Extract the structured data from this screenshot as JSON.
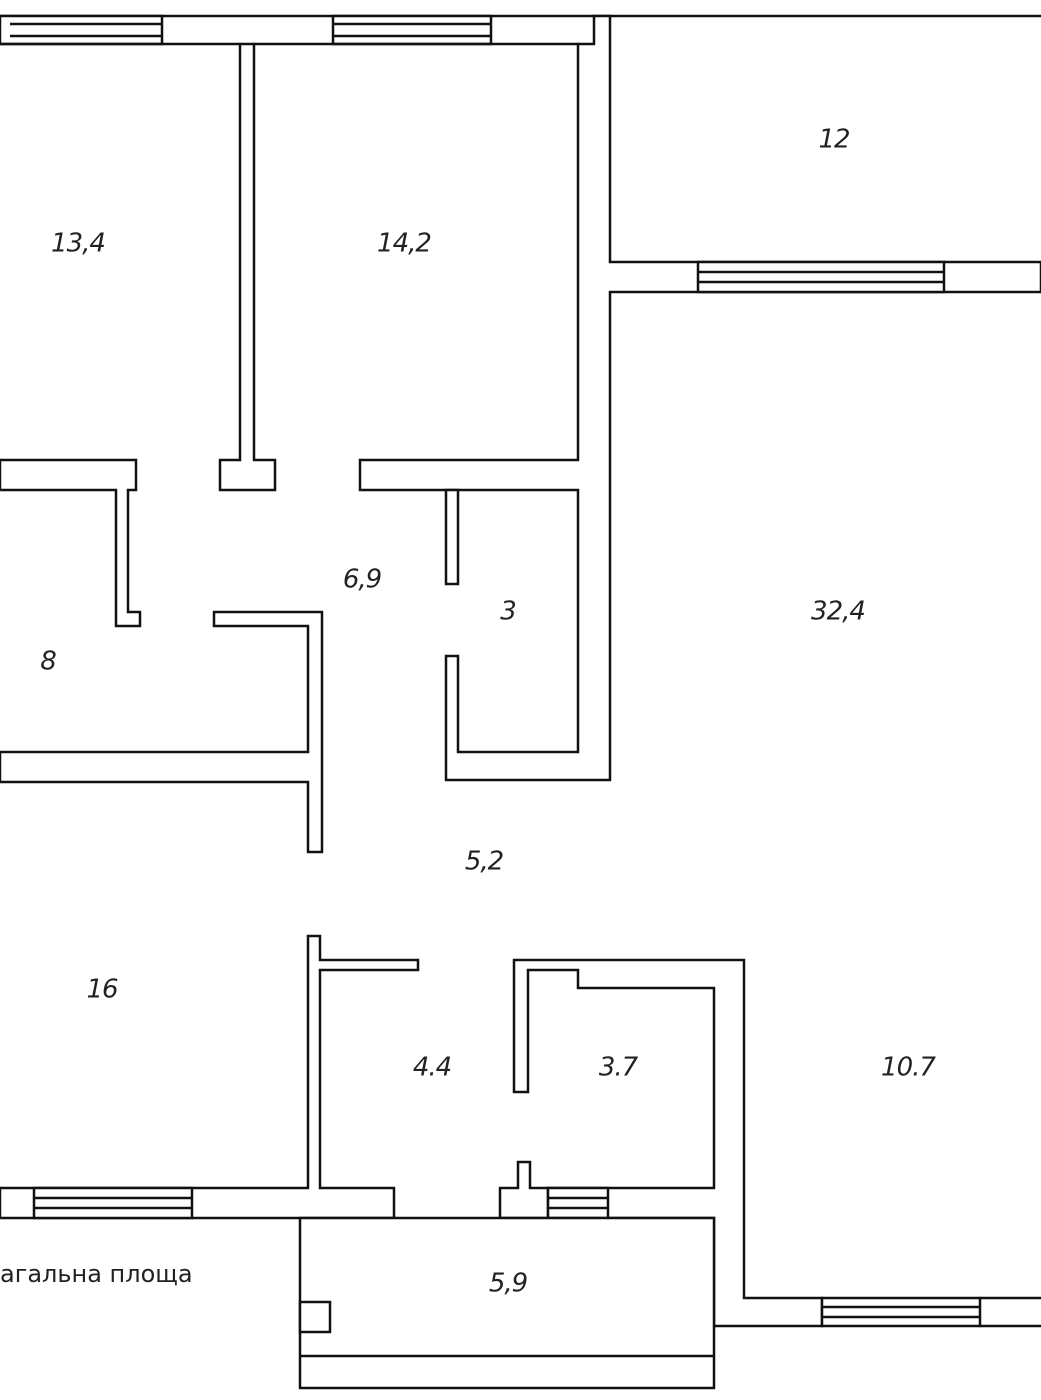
{
  "rooms": [
    {
      "id": "room-13-4",
      "label": "13,4"
    },
    {
      "id": "room-14-2",
      "label": "14,2"
    },
    {
      "id": "room-12",
      "label": "12"
    },
    {
      "id": "room-8",
      "label": "8"
    },
    {
      "id": "room-6-9",
      "label": "6,9"
    },
    {
      "id": "room-3",
      "label": "3"
    },
    {
      "id": "room-32-4",
      "label": "32,4"
    },
    {
      "id": "room-5-2",
      "label": "5,2"
    },
    {
      "id": "room-16",
      "label": "16"
    },
    {
      "id": "room-4-4",
      "label": "4.4"
    },
    {
      "id": "room-3-7",
      "label": "3.7"
    },
    {
      "id": "room-10-7",
      "label": "10.7"
    },
    {
      "id": "room-5-9",
      "label": "5,9"
    }
  ],
  "caption": "агальна площа"
}
